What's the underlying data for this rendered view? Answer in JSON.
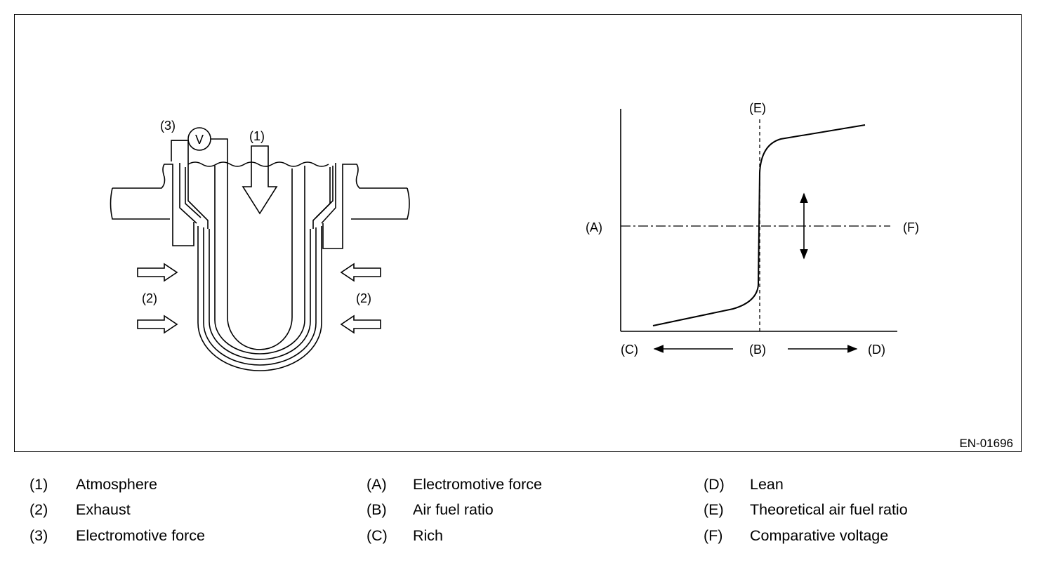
{
  "figure": {
    "code": "EN-01696",
    "sensor_labels": {
      "atmosphere_callout": "(1)",
      "exhaust_callout": "(2)",
      "emf_callout": "(3)",
      "voltmeter": "V"
    },
    "graph_labels": {
      "a": "(A)",
      "b": "(B)",
      "c": "(C)",
      "d": "(D)",
      "e": "(E)",
      "f": "(F)"
    }
  },
  "legend": {
    "col1": [
      {
        "key": "(1)",
        "text": "Atmosphere"
      },
      {
        "key": "(2)",
        "text": "Exhaust"
      },
      {
        "key": "(3)",
        "text": "Electromotive force"
      }
    ],
    "col2": [
      {
        "key": "(A)",
        "text": "Electromotive force"
      },
      {
        "key": "(B)",
        "text": "Air fuel ratio"
      },
      {
        "key": "(C)",
        "text": "Rich"
      }
    ],
    "col3": [
      {
        "key": "(D)",
        "text": "Lean"
      },
      {
        "key": "(E)",
        "text": "Theoretical air fuel ratio"
      },
      {
        "key": "(F)",
        "text": "Comparative voltage"
      }
    ]
  }
}
